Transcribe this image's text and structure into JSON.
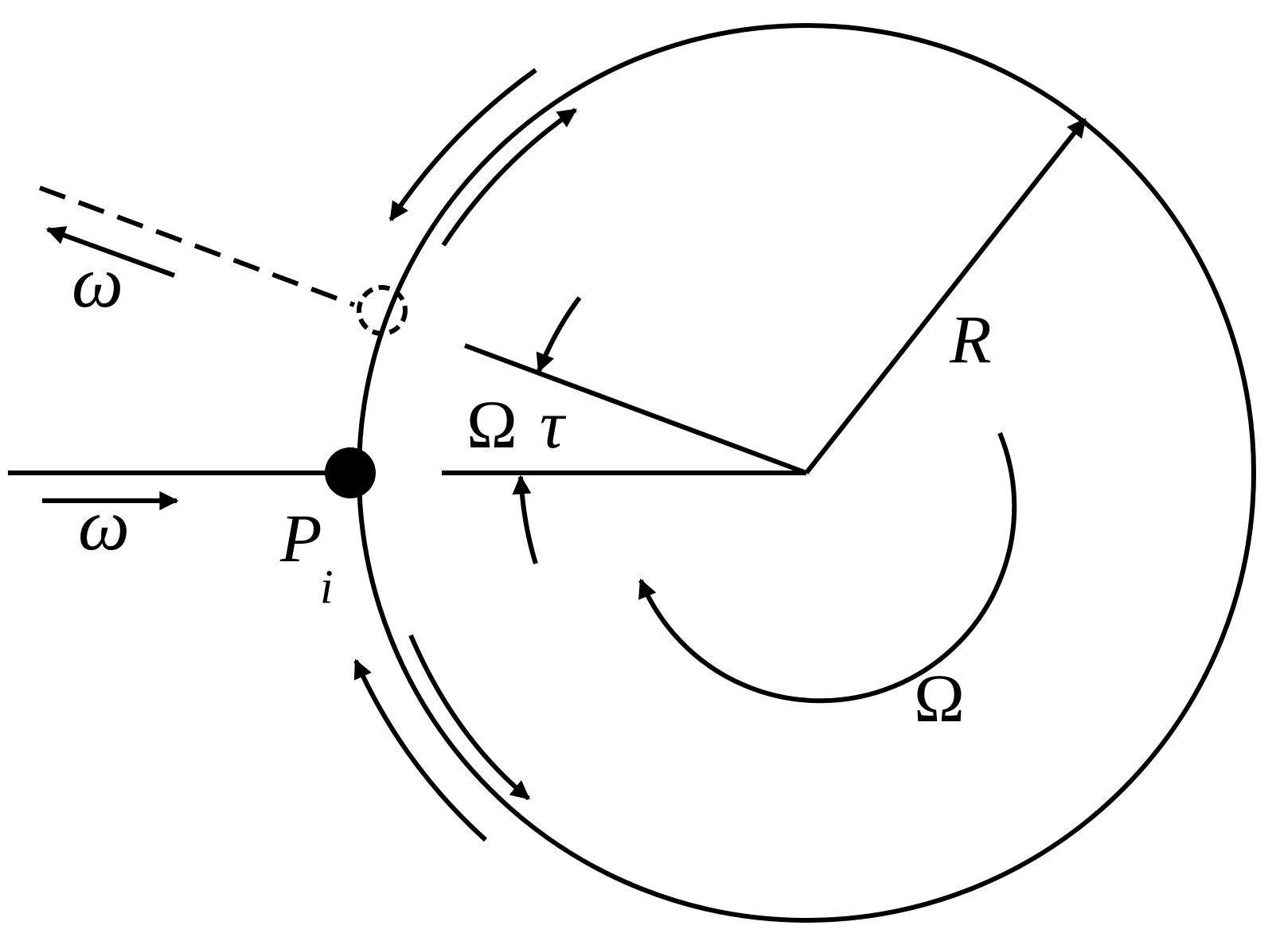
{
  "diagram": {
    "labels": {
      "omega_incoming": "ω",
      "omega_outgoing": "ω",
      "point_name": "P",
      "point_subscript": "i",
      "radius": "R",
      "rotation": "Ω",
      "angle_Omega": "Ω",
      "angle_tau": "τ"
    },
    "colors": {
      "stroke": "#000000",
      "background": "#ffffff"
    },
    "icons": {
      "arrowheads": "filled-triangle-arrowhead",
      "point": "filled-circle",
      "ghost_point": "dashed-circle"
    }
  }
}
